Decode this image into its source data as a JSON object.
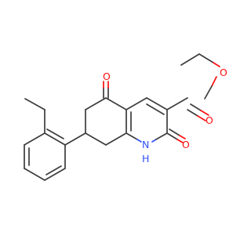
{
  "molecule": {
    "atoms": {
      "o_ketone": {
        "label": "O",
        "color": "#ff0d0d"
      },
      "o_lactam": {
        "label": "O",
        "color": "#ff0d0d"
      },
      "o_ester_carbonyl": {
        "label": "O",
        "color": "#ff0d0d"
      },
      "o_ester_ether": {
        "label": "O",
        "color": "#ff0d0d"
      },
      "n_h": {
        "label": "N",
        "color": "#3050f8"
      },
      "h_on_n": {
        "label": "H",
        "color": "#3050f8"
      }
    },
    "colors": {
      "bond": "#3c3c3c",
      "oxygen": "#ff0d0d",
      "nitrogen": "#3050f8",
      "background": "#ffffff"
    }
  }
}
